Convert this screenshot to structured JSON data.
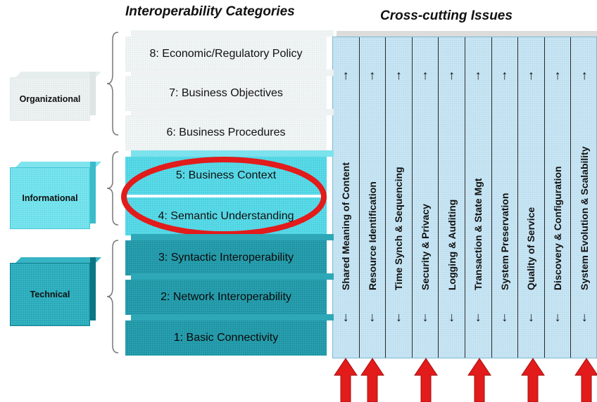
{
  "headers": {
    "left": "Interoperability Categories",
    "right": "Cross-cutting Issues"
  },
  "groups": [
    {
      "label": "Organizational",
      "color": "#f2f5f5"
    },
    {
      "label": "Informational",
      "color": "#5fdce8"
    },
    {
      "label": "Technical",
      "color": "#1fa4b4"
    }
  ],
  "layers": [
    {
      "label": "8: Economic/Regulatory Policy",
      "group": "Organizational"
    },
    {
      "label": "7: Business Objectives",
      "group": "Organizational"
    },
    {
      "label": "6: Business Procedures",
      "group": "Organizational"
    },
    {
      "label": "5: Business Context",
      "group": "Informational"
    },
    {
      "label": "4: Semantic Understanding",
      "group": "Informational"
    },
    {
      "label": "3: Syntactic Interoperability",
      "group": "Technical"
    },
    {
      "label": "2: Network Interoperability",
      "group": "Technical"
    },
    {
      "label": "1: Basic Connectivity",
      "group": "Technical"
    }
  ],
  "issues": [
    {
      "label": "Shared Meaning of Content",
      "highlighted": true
    },
    {
      "label": "Resource Identification",
      "highlighted": true
    },
    {
      "label": "Time Synch & Sequencing",
      "highlighted": false
    },
    {
      "label": "Security & Privacy",
      "highlighted": true
    },
    {
      "label": "Logging & Auditing",
      "highlighted": false
    },
    {
      "label": "Transaction & State Mgt",
      "highlighted": true
    },
    {
      "label": "System Preservation",
      "highlighted": false
    },
    {
      "label": "Quality of Service",
      "highlighted": true
    },
    {
      "label": "Discovery & Configuration",
      "highlighted": false
    },
    {
      "label": "System Evolution & Scalability",
      "highlighted": true
    }
  ],
  "arrows": {
    "up": "↑",
    "down": "↓"
  },
  "highlight": {
    "encircled_layers": [
      "5: Business Context",
      "4: Semantic Understanding"
    ],
    "color": "#e21b1b"
  },
  "colors": {
    "issues_panel": "#cfe8f4",
    "arrow_red": "#e21b1b"
  }
}
